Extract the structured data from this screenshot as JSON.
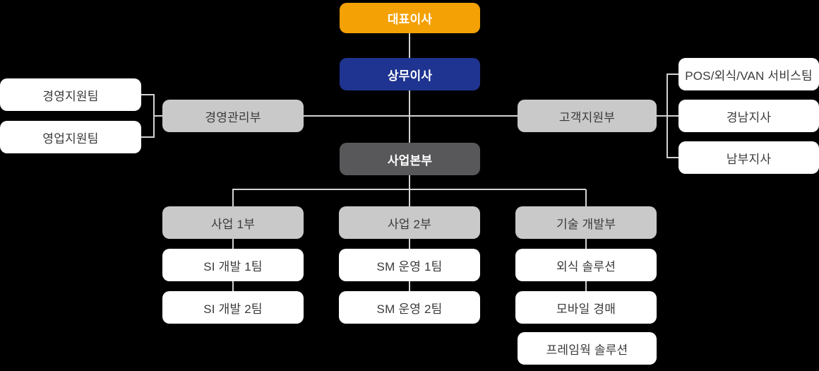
{
  "org": {
    "ceo": {
      "label": "대표이사"
    },
    "managing_director": {
      "label": "상무이사"
    },
    "management_dept": {
      "label": "경영관리부",
      "teams": [
        {
          "label": "경영지원팀"
        },
        {
          "label": "영업지원팀"
        }
      ]
    },
    "customer_support_dept": {
      "label": "고객지원부",
      "teams": [
        {
          "label": "POS/외식/VAN 서비스팀"
        },
        {
          "label": "경남지사"
        },
        {
          "label": "남부지사"
        }
      ]
    },
    "business_hq": {
      "label": "사업본부",
      "departments": [
        {
          "label": "사업 1부",
          "teams": [
            {
              "label": "SI 개발 1팀"
            },
            {
              "label": "SI 개발 2팀"
            }
          ]
        },
        {
          "label": "사업 2부",
          "teams": [
            {
              "label": "SM 운영 1팀"
            },
            {
              "label": "SM 운영 2팀"
            }
          ]
        },
        {
          "label": "기술 개발부",
          "teams": [
            {
              "label": "외식 솔루션"
            },
            {
              "label": "모바일 경매"
            },
            {
              "label": "프레임웍 솔루션"
            }
          ]
        }
      ]
    }
  },
  "colors": {
    "background": "#000000",
    "ceo_box": "#F4A106",
    "director_box": "#1F3490",
    "hq_box": "#58585A",
    "dept_box": "#C9C9C9",
    "team_box": "#FFFFFF",
    "team_text": "#3A3A3A",
    "connector_line": "#D2D2D2"
  }
}
